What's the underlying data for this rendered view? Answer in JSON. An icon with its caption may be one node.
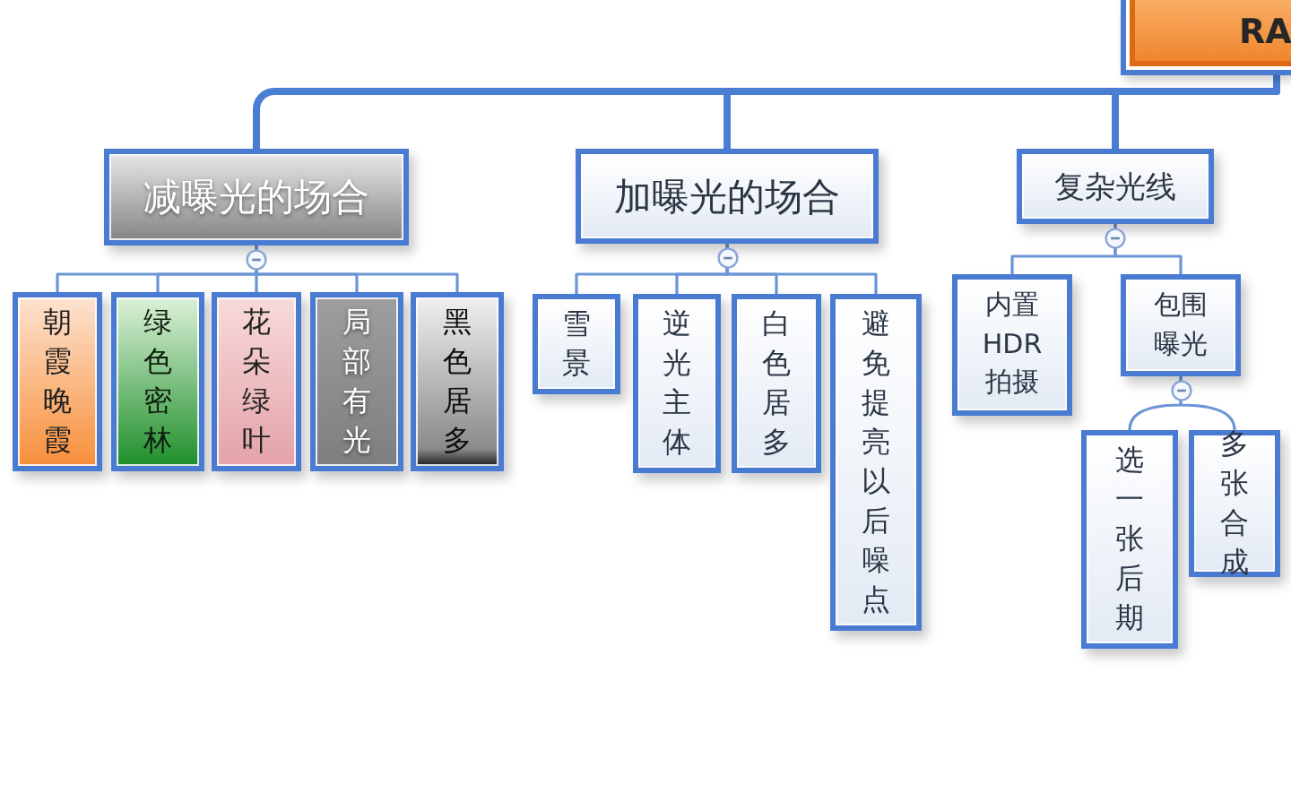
{
  "diagram": {
    "nodes": [
      {
        "text": [
          "RA"
        ]
      },
      {
        "text": [
          "减曝光的场合"
        ]
      },
      {
        "text": [
          "加曝光的场合"
        ]
      },
      {
        "text": [
          "复杂光线"
        ]
      },
      {
        "text": [
          "朝霞晚霞"
        ]
      },
      {
        "text": [
          "绿色密林"
        ]
      },
      {
        "text": [
          "花朵绿叶"
        ]
      },
      {
        "text": [
          "局部有光"
        ]
      },
      {
        "text": [
          "黑色居多"
        ]
      },
      {
        "text": [
          "雪景"
        ]
      },
      {
        "text": [
          "逆光主体"
        ]
      },
      {
        "text": [
          "白色居多"
        ]
      },
      {
        "text": [
          "避免提亮以后噪点"
        ]
      },
      {
        "text": [
          "内置HDR拍摄"
        ]
      },
      {
        "text": [
          "包围曝光"
        ]
      },
      {
        "text": [
          "选一张后期"
        ]
      },
      {
        "text": [
          "多张合成"
        ]
      }
    ],
    "edges": [
      {
        "from": 0,
        "to": 1,
        "arrow": "none",
        "style": "thick"
      },
      {
        "from": 0,
        "to": 2,
        "arrow": "none",
        "style": "thick"
      },
      {
        "from": 0,
        "to": 3,
        "arrow": "none",
        "style": "thick"
      },
      {
        "from": 1,
        "to": 4,
        "arrow": "none"
      },
      {
        "from": 1,
        "to": 5,
        "arrow": "none"
      },
      {
        "from": 1,
        "to": 6,
        "arrow": "none"
      },
      {
        "from": 1,
        "to": 7,
        "arrow": "none"
      },
      {
        "from": 1,
        "to": 8,
        "arrow": "none"
      },
      {
        "from": 2,
        "to": 9,
        "arrow": "none"
      },
      {
        "from": 2,
        "to": 10,
        "arrow": "none"
      },
      {
        "from": 2,
        "to": 11,
        "arrow": "none"
      },
      {
        "from": 2,
        "to": 12,
        "arrow": "none"
      },
      {
        "from": 3,
        "to": 13,
        "arrow": "none"
      },
      {
        "from": 3,
        "to": 14,
        "arrow": "none"
      },
      {
        "from": 14,
        "to": 15,
        "arrow": "none"
      },
      {
        "from": 14,
        "to": 16,
        "arrow": "none"
      }
    ]
  }
}
